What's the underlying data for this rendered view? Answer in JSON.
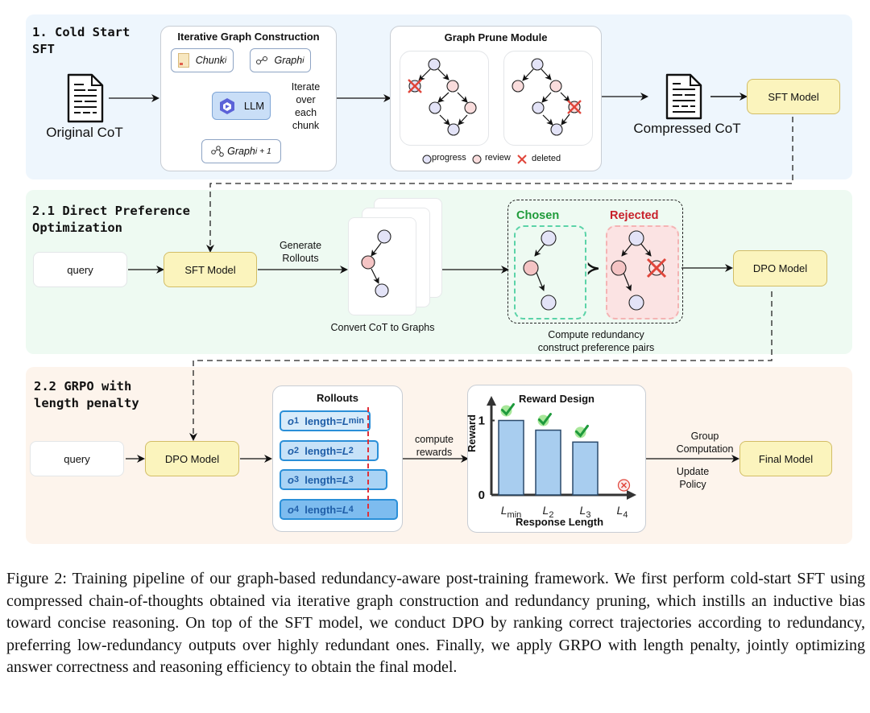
{
  "stages": {
    "cold_start": {
      "title": "1. Cold Start\n   SFT",
      "original_cot_label": "Original CoT",
      "iterative_graph": {
        "title": "Iterative Graph Construction",
        "chunk_label": "Chunk",
        "chunk_sub": "i",
        "graph_label": "Graph",
        "graph_sub": "i",
        "llm_label": "LLM",
        "graph_next_label": "Graph",
        "graph_next_sub": "i + 1",
        "iterate_label": "Iterate\nover\neach\nchunk"
      },
      "prune_module": {
        "title": "Graph Prune Module",
        "legend": [
          "progress",
          "review",
          "deleted"
        ]
      },
      "compressed_cot_label": "Compressed CoT",
      "sft_model_label": "SFT Model"
    },
    "dpo": {
      "title": "2.1 Direct Preference\nOptimization",
      "query_label": "query",
      "sft_model_label": "SFT Model",
      "generate_rollouts_label": "Generate\nRollouts",
      "convert_label": "Convert CoT to Graphs",
      "chosen_label": "Chosen",
      "rejected_label": "Rejected",
      "prefer_symbol": "≻",
      "compute_label": "Compute redundancy\nconstruct preference pairs",
      "dpo_model_label": "DPO Model"
    },
    "grpo": {
      "title": "2.2 GRPO with\nlength penalty",
      "query_label": "query",
      "dpo_model_label": "DPO Model",
      "rollouts": {
        "title": "Rollouts",
        "items": [
          {
            "o": "o",
            "o_sub": "1",
            "text": "length=",
            "L": "L",
            "L_sub": "min"
          },
          {
            "o": "o",
            "o_sub": "2",
            "text": "length=",
            "L": "L",
            "L_sub": "2"
          },
          {
            "o": "o",
            "o_sub": "3",
            "text": "length=",
            "L": "L",
            "L_sub": "3"
          },
          {
            "o": "o",
            "o_sub": "4",
            "text": "length=",
            "L": "L",
            "L_sub": "4"
          }
        ]
      },
      "compute_rewards_label": "compute\nrewards",
      "reward_design_title": "Reward Design",
      "group_label": "Group\nComputation",
      "update_label": "Update\nPolicy",
      "final_model_label": "Final Model"
    }
  },
  "chart_data": {
    "type": "bar",
    "title": "Reward Design",
    "xlabel": "Response Length",
    "ylabel": "Reward",
    "categories": [
      "L_min",
      "L_2",
      "L_3",
      "L_4"
    ],
    "category_labels": [
      {
        "main": "L",
        "sub": "min"
      },
      {
        "main": "L",
        "sub": "2"
      },
      {
        "main": "L",
        "sub": "3"
      },
      {
        "main": "L",
        "sub": "4"
      }
    ],
    "values": [
      1.0,
      0.87,
      0.71,
      0
    ],
    "correct": [
      true,
      true,
      true,
      false
    ],
    "ylim": [
      0,
      1.2
    ],
    "yticks": [
      "0",
      "1"
    ],
    "grid": false
  },
  "colors": {
    "progress_node": "#e3e3f7",
    "review_node": "#f9dcdc",
    "review_node_dark": "#f4c4c4",
    "deleted": "#e0453a",
    "chosen": "#1f9b3a",
    "rejected": "#c8202a",
    "bar_fill": "#a8cdef",
    "check": "#1e9a3c"
  },
  "caption": "Figure 2: Training pipeline of our graph-based redundancy-aware post-training framework. We first perform cold-start SFT using compressed chain-of-thoughts obtained via iterative graph construction and redundancy pruning, which instills an inductive bias toward concise reasoning. On top of the SFT model, we conduct DPO by ranking correct trajectories according to redundancy, preferring low-redundancy outputs over highly redundant ones. Finally, we apply GRPO with length penalty, jointly optimizing answer correctness and reasoning efficiency to obtain the final model."
}
